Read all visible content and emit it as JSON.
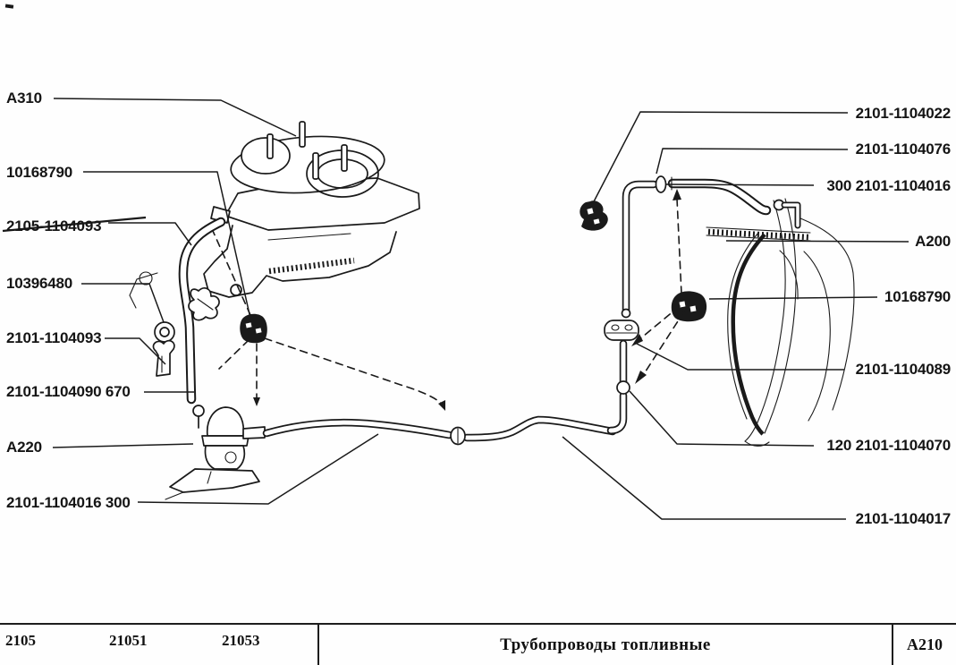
{
  "diagram": {
    "left_labels": [
      {
        "text": "A310"
      },
      {
        "text": "10168790"
      },
      {
        "text": "2105-1104093",
        "struck": true
      },
      {
        "text": "10396480"
      },
      {
        "text": "2101-1104093"
      },
      {
        "text": "2101-1104090 670"
      },
      {
        "text": "A220"
      },
      {
        "text": "2101-1104016 300"
      }
    ],
    "right_labels": [
      {
        "text": "2101-1104022"
      },
      {
        "text": "2101-1104076"
      },
      {
        "text": "300 2101-1104016"
      },
      {
        "text": "A200"
      },
      {
        "text": "10168790"
      },
      {
        "text": "2101-1104089"
      },
      {
        "text": "120 2101-1104070"
      },
      {
        "text": "2101-1104017"
      }
    ]
  },
  "footer": {
    "models": [
      "2105",
      "21051",
      "21053"
    ],
    "title": "Трубопроводы топливные",
    "page_code": "A210"
  },
  "colors": {
    "line": "#1a1a1a",
    "background": "#fefefe"
  }
}
